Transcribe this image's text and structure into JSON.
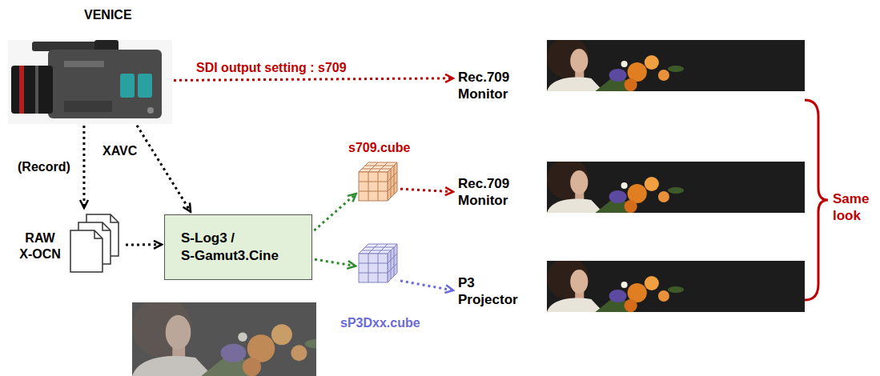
{
  "diagram": {
    "nodes": [
      {
        "text": [
          "VENICE"
        ]
      },
      {
        "text": [
          "Rec.709 Monitor"
        ]
      },
      {
        "text": [
          "RAW X-OCN"
        ]
      },
      {
        "text": [
          "S-Log3 / S-Gamut3.Cine"
        ]
      },
      {
        "text": [
          "s709.cube"
        ]
      },
      {
        "text": [
          "Rec.709 Monitor"
        ]
      },
      {
        "text": [
          "sP3Dxx.cube"
        ]
      },
      {
        "text": [
          "P3 Projector"
        ]
      }
    ],
    "edges": [
      {
        "from": 0,
        "to": 1,
        "label": "SDI output setting : s709",
        "arrow": "to"
      },
      {
        "from": 0,
        "to": 2,
        "label": "(Record)",
        "arrow": "to"
      },
      {
        "from": 0,
        "to": 3,
        "label": "XAVC",
        "arrow": "to"
      },
      {
        "from": 2,
        "to": 3,
        "arrow": "to"
      },
      {
        "from": 3,
        "to": 4,
        "arrow": "to"
      },
      {
        "from": 4,
        "to": 5,
        "arrow": "to"
      },
      {
        "from": 3,
        "to": 6,
        "arrow": "to"
      },
      {
        "from": 6,
        "to": 7,
        "arrow": "to"
      }
    ],
    "labels": [
      "Same look"
    ]
  }
}
